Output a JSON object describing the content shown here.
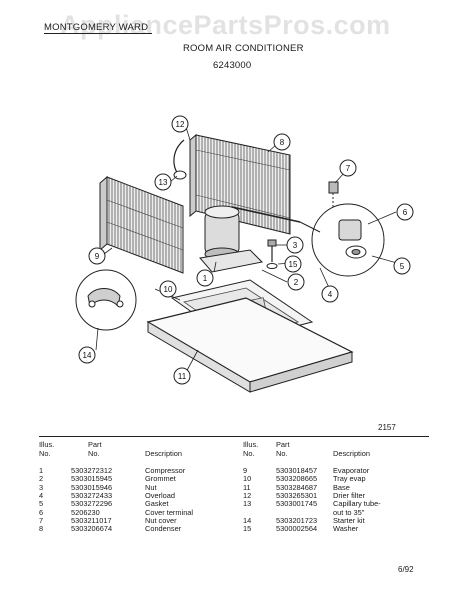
{
  "header": {
    "brand": "MONTGOMERY WARD",
    "watermark": "AppliancePartsPros.com",
    "title": "ROOM AIR CONDITIONER",
    "model": "6243000"
  },
  "figure_number": "2157",
  "callouts": [
    "1",
    "2",
    "3",
    "4",
    "5",
    "6",
    "7",
    "8",
    "9",
    "10",
    "11",
    "12",
    "13",
    "14",
    "15"
  ],
  "table": {
    "left_headers": {
      "illus": "Illus.\nNo.",
      "part": "Part\nNo.",
      "desc": "Description"
    },
    "right_headers": {
      "illus": "Illus.\nNo.",
      "part": "Part\nNo.",
      "desc": "Description"
    },
    "left_rows": [
      {
        "no": "1",
        "part": "5303272312",
        "desc": "Compressor"
      },
      {
        "no": "2",
        "part": "5303015945",
        "desc": "Grommet"
      },
      {
        "no": "3",
        "part": "5303015946",
        "desc": "Nut"
      },
      {
        "no": "4",
        "part": "5303272433",
        "desc": "Overload"
      },
      {
        "no": "5",
        "part": "5303272296",
        "desc": "Gasket"
      },
      {
        "no": "6",
        "part": "5206230",
        "desc": "Cover terminal"
      },
      {
        "no": "7",
        "part": "5303211017",
        "desc": "Nut cover"
      },
      {
        "no": "8",
        "part": "5303206674",
        "desc": "Condenser"
      }
    ],
    "right_rows": [
      {
        "no": "9",
        "part": "5303018457",
        "desc": "Evaporator"
      },
      {
        "no": "10",
        "part": "5303208665",
        "desc": "Tray evap"
      },
      {
        "no": "11",
        "part": "5303284687",
        "desc": "Base"
      },
      {
        "no": "12",
        "part": "5303265301",
        "desc": "Drier filter"
      },
      {
        "no": "13",
        "part": "5303001745",
        "desc": "Capillary tube-\nout to 35\""
      },
      {
        "no": "14",
        "part": "5303201723",
        "desc": "Starter kit"
      },
      {
        "no": "15",
        "part": "5300002564",
        "desc": "Washer"
      }
    ]
  },
  "footer": "6/92"
}
